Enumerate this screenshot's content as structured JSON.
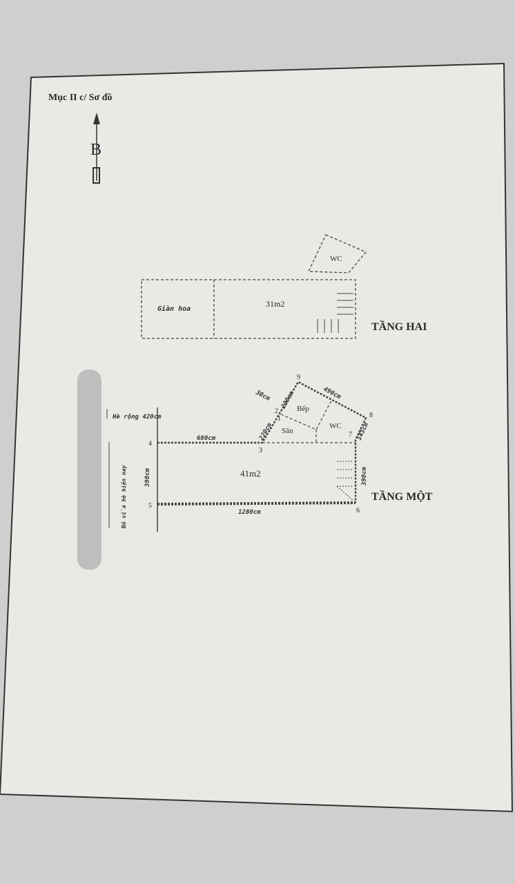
{
  "header": {
    "section_title": "Mục II c/ Sơ đồ",
    "north_label": "B"
  },
  "upper_floor": {
    "title": "TẦNG HAI",
    "rooms": [
      "Giàn hoa",
      "31m2",
      "WC"
    ]
  },
  "ground_floor": {
    "title": "TẦNG MỘT",
    "rooms": [
      "Bếp",
      "Sân",
      "WC",
      "41m2"
    ],
    "points": [
      "1",
      "2",
      "3",
      "4",
      "5",
      "6",
      "7",
      "8",
      "9"
    ],
    "dimensions": [
      "680cm",
      "1280cm",
      "390cm",
      "390cm",
      "490cm",
      "145cm",
      "230cm",
      "220cm",
      "30cm"
    ],
    "sidewalk_width": "Hè rộng 420cm",
    "sidewalk_edge": "Bó vỉa hè hiện nay"
  },
  "colors": {
    "paper": "#e9e9e6",
    "background": "#d9d9d7",
    "ink": "#333333"
  }
}
